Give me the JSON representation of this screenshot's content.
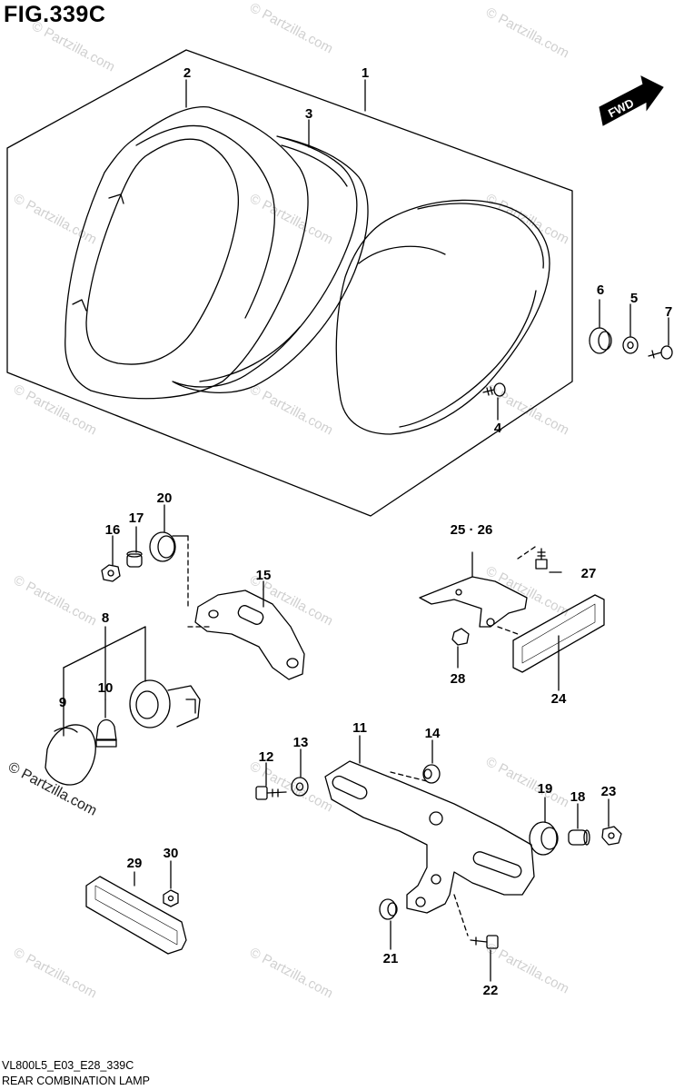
{
  "figure": {
    "title": "FIG.339C",
    "footer_code": "VL800L5_E03_E28_339C",
    "footer_name": "REAR COMBINATION LAMP",
    "fwd_label": "FWD"
  },
  "watermark": {
    "text": "© Partzilla.com",
    "dark_text": "© Partzilla.com"
  },
  "callouts": [
    "1",
    "2",
    "3",
    "4",
    "5",
    "6",
    "7",
    "8",
    "9",
    "10",
    "11",
    "12",
    "13",
    "14",
    "15",
    "16",
    "17",
    "18",
    "19",
    "20",
    "21",
    "22",
    "23",
    "24",
    "25 · 26",
    "27",
    "28",
    "29",
    "30"
  ],
  "colors": {
    "line": "#000000",
    "watermark": "#d0d0d0",
    "background": "#ffffff"
  }
}
